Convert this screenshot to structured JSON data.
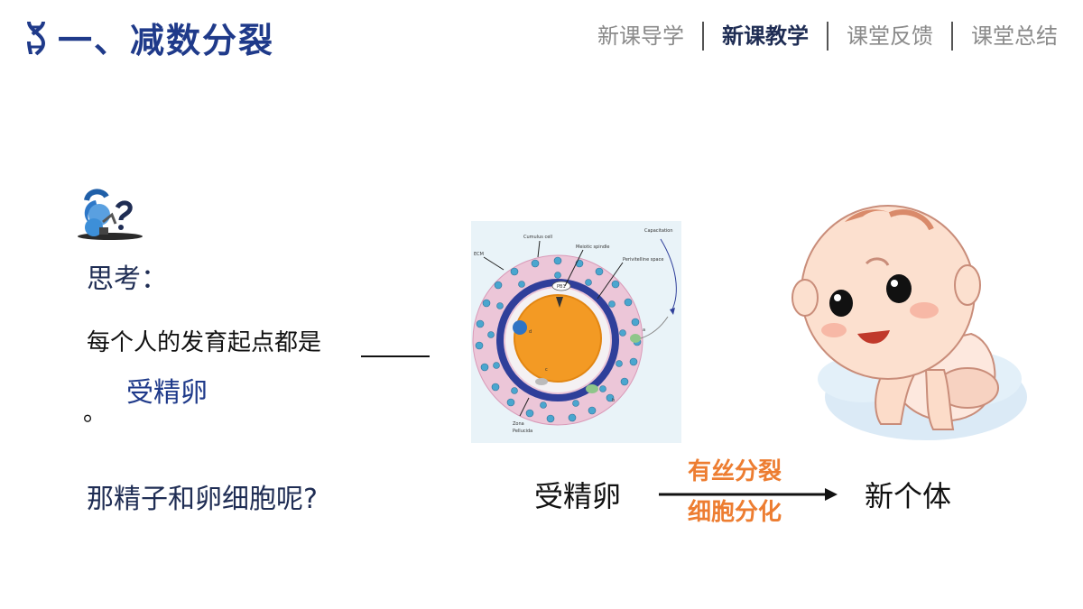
{
  "header": {
    "title": "一、减数分裂",
    "nav": [
      {
        "label": "新课导学",
        "active": false
      },
      {
        "label": "新课教学",
        "active": true
      },
      {
        "label": "课堂反馈",
        "active": false
      },
      {
        "label": "课堂总结",
        "active": false
      }
    ]
  },
  "content": {
    "think_label": "思考：",
    "question1": "每个人的发育起点都是",
    "answer": "受精卵",
    "period": "。",
    "question2": "那精子和卵细胞呢?"
  },
  "diagram": {
    "labels": {
      "cumulus": "Cumulus cell",
      "ecm": "ECM",
      "meiotic": "Meiotic spindle",
      "perivitelline": "Perivitelline space",
      "capacitation": "Capacitation",
      "pb1": "PB1",
      "d": "d",
      "c": "c",
      "a": "a",
      "b": "b",
      "zona": "Zona",
      "pellucida": "Pellucida"
    }
  },
  "flow": {
    "start": "受精卵",
    "top": "有丝分裂",
    "bottom": "细胞分化",
    "end": "新个体"
  },
  "colors": {
    "title": "#1f3a8a",
    "accent_orange": "#ed7d31",
    "nav_inactive": "#8a8a8a"
  },
  "icons": [
    "dna-icon",
    "thinking-person-icon",
    "baby-illustration",
    "oocyte-diagram"
  ]
}
